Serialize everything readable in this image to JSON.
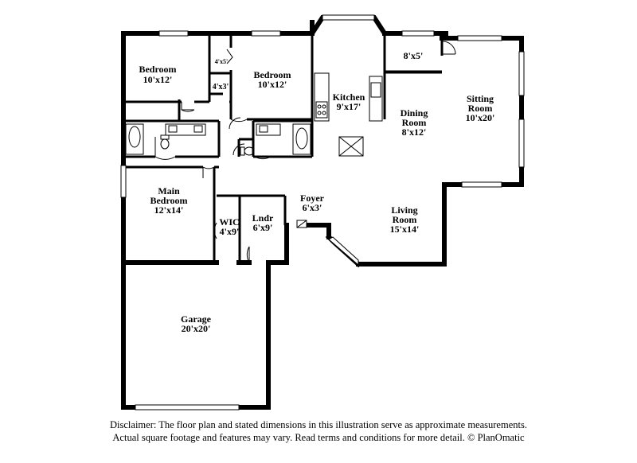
{
  "rooms": {
    "bedroom_1": {
      "name": "Bedroom",
      "dims": "10'x12'"
    },
    "closet_a": {
      "dims": "4'x5'"
    },
    "closet_b": {
      "dims": "4'x3'"
    },
    "bedroom_2": {
      "name": "Bedroom",
      "dims": "10'x12'"
    },
    "kitchen": {
      "name": "Kitchen",
      "dims": "9'x17'"
    },
    "nook": {
      "dims": "8'x5'"
    },
    "dining": {
      "name_line1": "Dining",
      "name_line2": "Room",
      "dims": "8'x12'"
    },
    "sitting": {
      "name_line1": "Sitting",
      "name_line2": "Room",
      "dims": "10'x20'"
    },
    "main_bedroom": {
      "name_line1": "Main",
      "name_line2": "Bedroom",
      "dims": "12'x14'"
    },
    "wic": {
      "name": "WIC",
      "dims": "4'x9'"
    },
    "laundry": {
      "name": "Lndr",
      "dims": "6'x9'"
    },
    "foyer": {
      "name": "Foyer",
      "dims": "6'x3'"
    },
    "living": {
      "name_line1": "Living",
      "name_line2": "Room",
      "dims": "15'x14'"
    },
    "garage": {
      "name": "Garage",
      "dims": "20'x20'"
    }
  },
  "disclaimer": {
    "line1": "Disclaimer: The floor plan and stated dimensions in this illustration serve as approximate measurements.",
    "line2": "Actual square footage and features may vary. Read terms and conditions for more detail. © PlanOmatic"
  }
}
